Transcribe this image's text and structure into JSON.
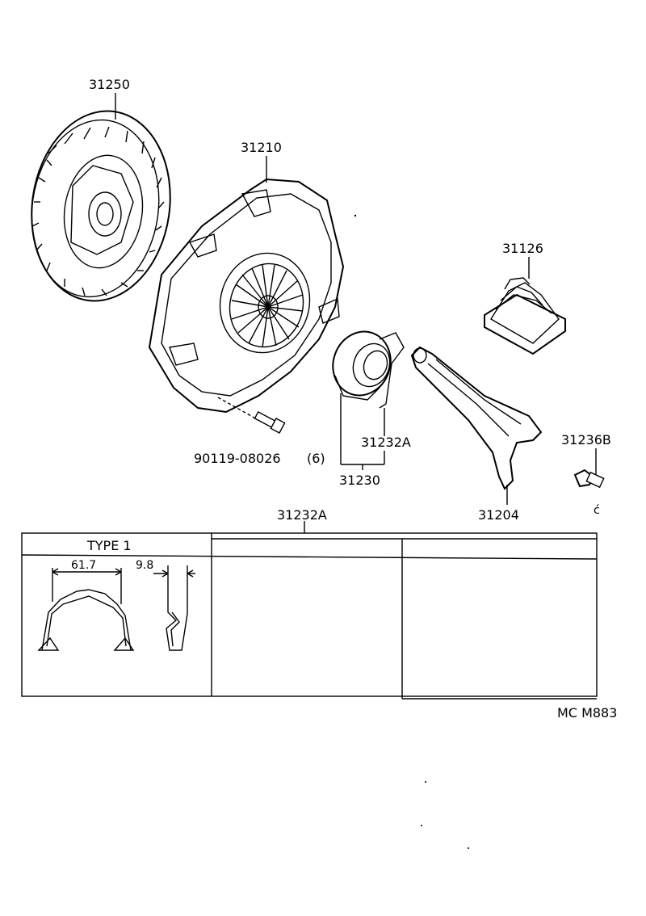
{
  "parts": {
    "clutch_disc": "31250",
    "pressure_plate": "31210",
    "boot": "31126",
    "bolt": "90119-08026",
    "bolt_qty": "(6)",
    "clip": "31232A",
    "release_bearing": "31230",
    "release_fork": "31204",
    "pivot_ball": "31236B"
  },
  "table": {
    "header": "31232A",
    "type_label": "TYPE 1",
    "dim_width": "61.7",
    "dim_depth": "9.8"
  },
  "footer_code": "MC M883"
}
